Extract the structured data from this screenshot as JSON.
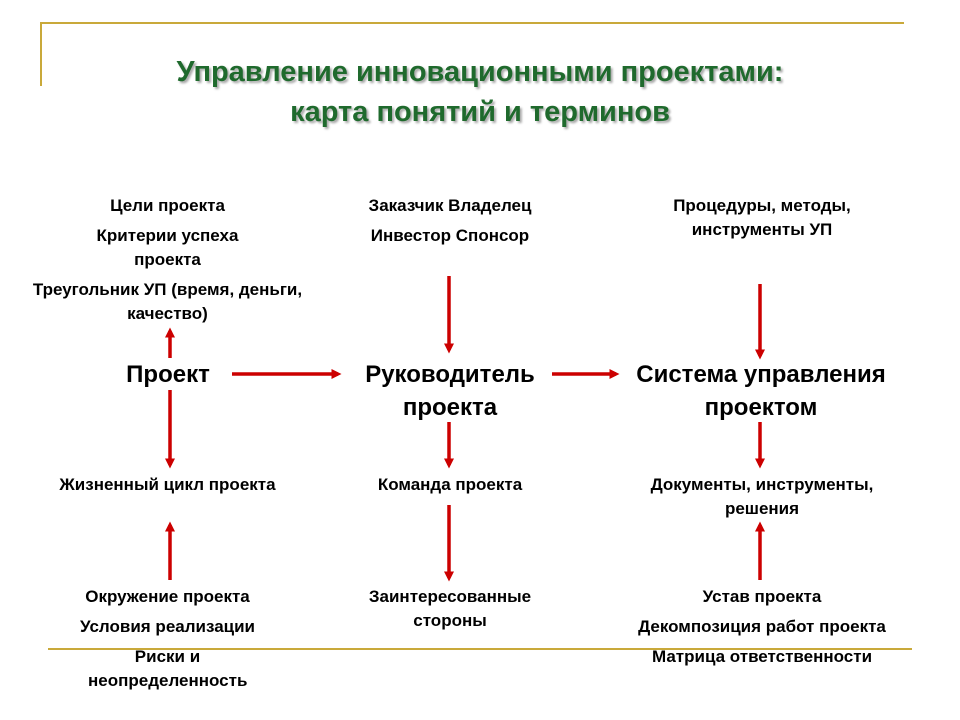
{
  "title": {
    "line1": "Управление инновационными проектами:",
    "line2": "карта понятий и терминов"
  },
  "left": {
    "top": [
      "Цели проекта",
      "Критерии успеха проекта",
      "Треугольник УП (время, деньги, качество)"
    ],
    "node": "Проект",
    "middle": [
      "Жизненный цикл проекта"
    ],
    "bottom": [
      "Окружение проекта",
      "Условия реализации",
      "Риски и неопределенность"
    ]
  },
  "center": {
    "top": [
      "Заказчик Владелец",
      "Инвестор Спонсор"
    ],
    "node": [
      "Руководитель",
      "проекта"
    ],
    "middle": [
      "Команда проекта"
    ],
    "bottom": [
      "Заинтересованные стороны"
    ]
  },
  "right": {
    "top": [
      "Процедуры, методы, инструменты УП"
    ],
    "node": [
      "Система управления",
      "проектом"
    ],
    "middle": [
      "Документы, инструменты, решения"
    ],
    "bottom": [
      "Устав проекта",
      "Декомпозиция работ проекта",
      "Матрица ответственности"
    ]
  },
  "colors": {
    "title": "#1f6a2d",
    "arrow": "#cc0000",
    "rule": "#c9a93a"
  }
}
